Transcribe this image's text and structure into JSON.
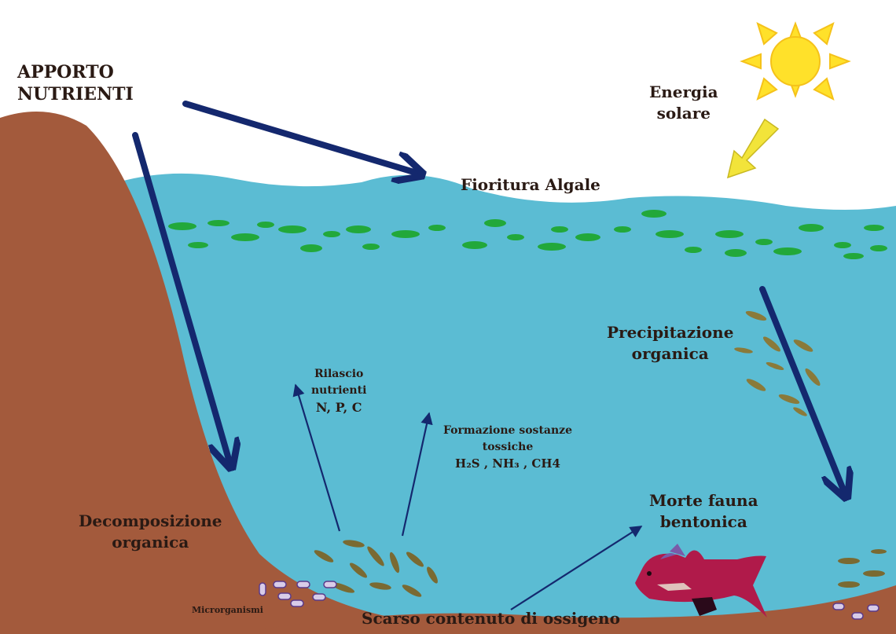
{
  "labels": {
    "apporto": [
      "APPORTO",
      "NUTRIENTI"
    ],
    "energia": [
      "Energia",
      "solare"
    ],
    "fioritura": "Fioritura Algale",
    "precipitazione": [
      "Precipitazione",
      "organica"
    ],
    "rilascio": [
      "Rilascio",
      "nutrienti",
      "N, P, C"
    ],
    "formazione": [
      "Formazione sostanze",
      "tossiche",
      "H₂S , NH₃ , CH4"
    ],
    "morte": [
      "Morte fauna",
      "bentonica"
    ],
    "decomposizione": [
      "Decomposizione",
      "organica"
    ],
    "microrganismi": "Microrganismi",
    "scarso": "Scarso contenuto di ossigeno"
  },
  "colors": {
    "water": "#5bbcd3",
    "soil": "#a35a3c",
    "algae": "#22a83a",
    "arrow_dark": "#14286e",
    "sun": "#ffe12a",
    "sun_arrow": "#f2e43a",
    "fish": "#b01a4a",
    "debris": "#8a7a3a"
  },
  "icons": [
    "sun-icon",
    "fish-icon",
    "bacteria-icon"
  ]
}
